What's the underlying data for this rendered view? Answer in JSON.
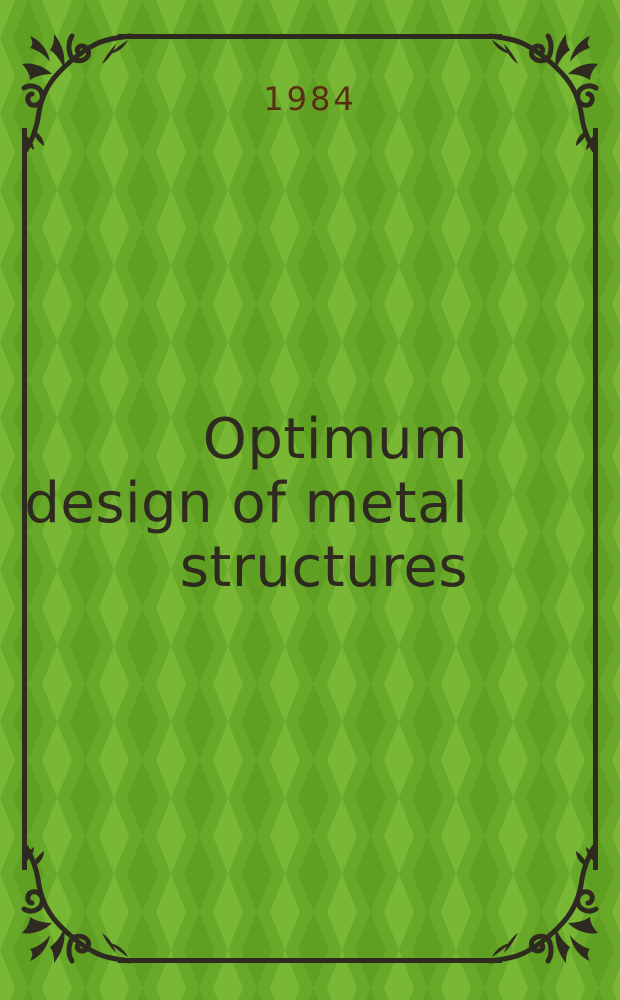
{
  "cover": {
    "year": "1984",
    "title_lines": [
      "Optimum",
      "design of metal",
      "structures"
    ],
    "colors": {
      "background": "#69a92a",
      "diamond_light": "#78b834",
      "diamond_dark": "#5f9f22",
      "frame": "#2f2a1f",
      "year_text": "#5a2e12",
      "title_text": "#2e2a1f"
    },
    "ornaments": [
      "corner-flourish-top-left",
      "corner-flourish-top-right",
      "corner-flourish-bottom-left",
      "corner-flourish-bottom-right"
    ]
  }
}
